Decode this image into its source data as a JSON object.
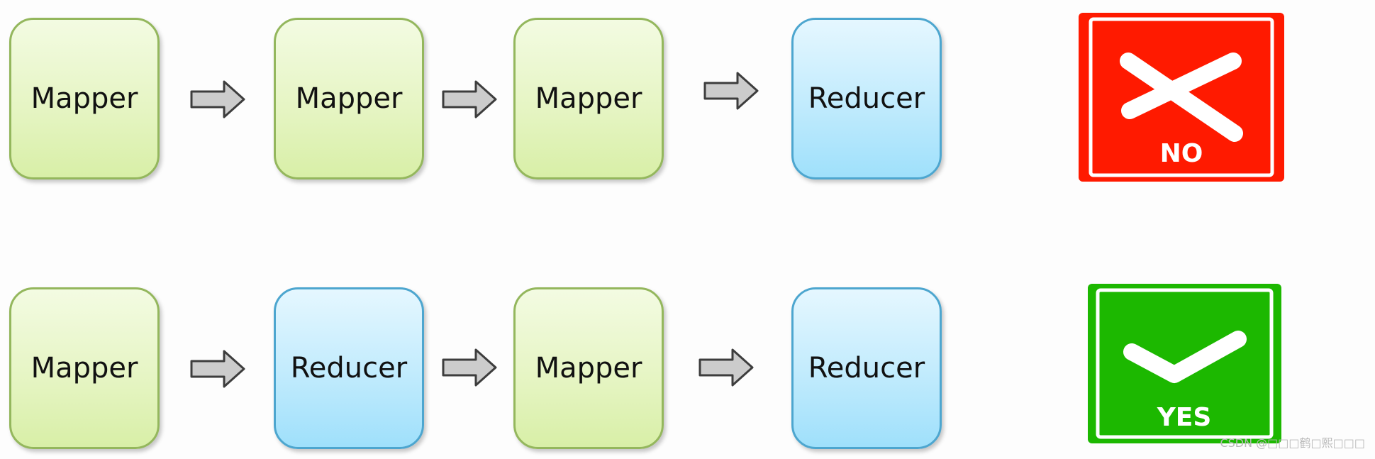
{
  "row_top": {
    "steps": [
      {
        "label": "Mapper",
        "kind": "mapper"
      },
      {
        "label": "Mapper",
        "kind": "mapper"
      },
      {
        "label": "Mapper",
        "kind": "mapper"
      },
      {
        "label": "Reducer",
        "kind": "reducer"
      }
    ],
    "verdict": {
      "label": "NO",
      "color": "#ff1a00",
      "icon": "cross-icon"
    }
  },
  "row_bottom": {
    "steps": [
      {
        "label": "Mapper",
        "kind": "mapper"
      },
      {
        "label": "Reducer",
        "kind": "reducer"
      },
      {
        "label": "Mapper",
        "kind": "mapper"
      },
      {
        "label": "Reducer",
        "kind": "reducer"
      }
    ],
    "verdict": {
      "label": "YES",
      "color": "#1cb800",
      "icon": "check-icon"
    }
  },
  "colors": {
    "mapper_fill": "#e6f5c4",
    "mapper_border": "#94b75d",
    "reducer_fill": "#c4ecfd",
    "reducer_border": "#4da6cf",
    "arrow_fill": "#c9c9c9"
  },
  "watermark": "CSDN @□□□鹤□熙□□□"
}
